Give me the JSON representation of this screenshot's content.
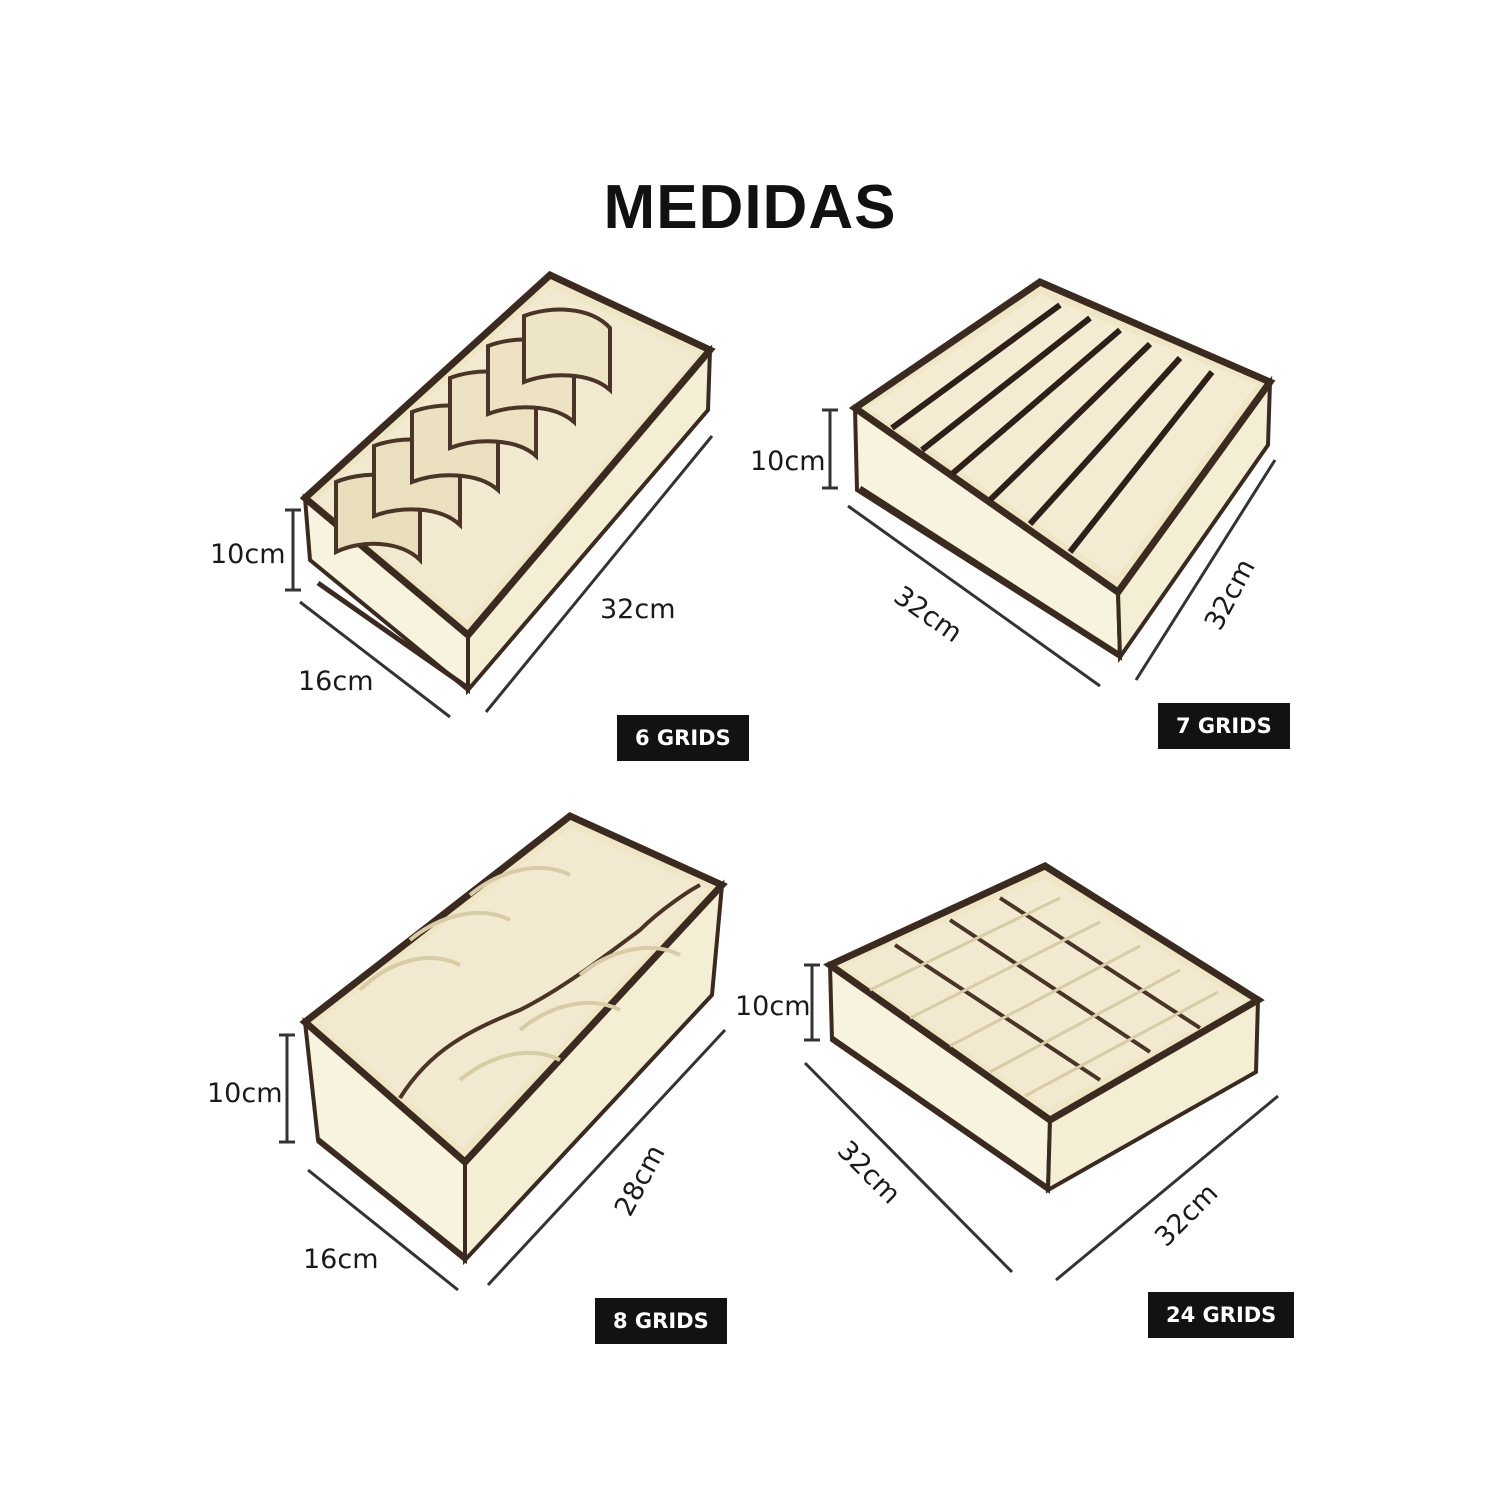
{
  "title": "MEDIDAS",
  "colors": {
    "fabric": "#f7f2dc",
    "inner": "#efe6c6",
    "trim": "#3b2a20",
    "text": "#111111",
    "badge": "#121212"
  },
  "products": [
    {
      "badge": "6 GRIDS",
      "height": "10cm",
      "width": "16cm",
      "length": "32cm"
    },
    {
      "badge": "7 GRIDS",
      "height": "10cm",
      "width": "32cm",
      "length": "32cm"
    },
    {
      "badge": "8 GRIDS",
      "height": "10cm",
      "width": "16cm",
      "length": "28cm"
    },
    {
      "badge": "24 GRIDS",
      "height": "10cm",
      "width": "32cm",
      "length": "32cm"
    }
  ]
}
